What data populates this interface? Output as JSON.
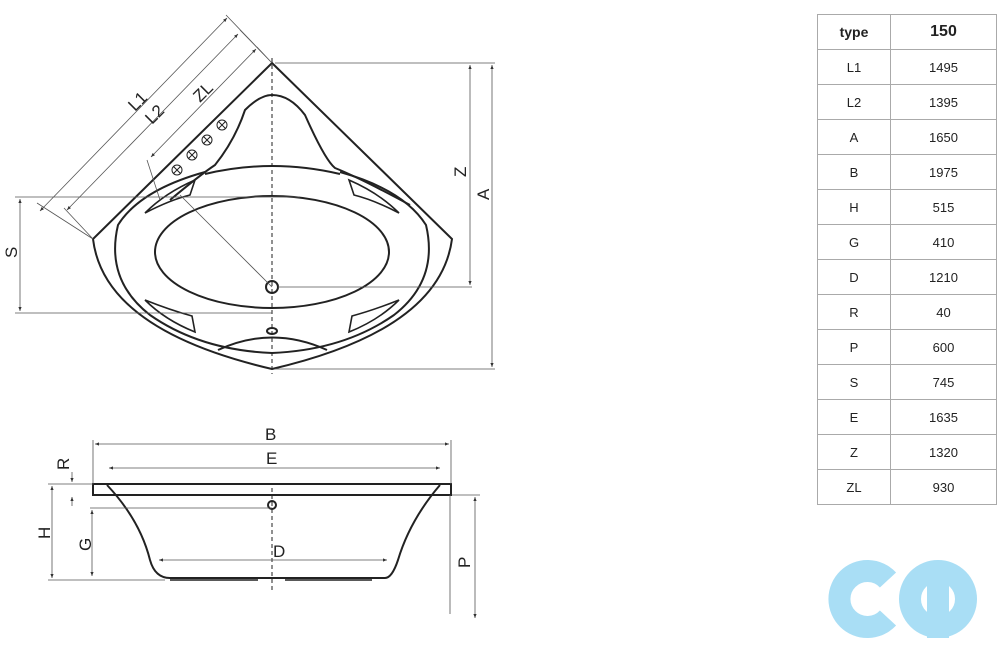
{
  "drawing": {
    "top_view_labels": {
      "L1": "L1",
      "L2": "L2",
      "ZL": "ZL",
      "Z": "Z",
      "A": "A",
      "S": "S"
    },
    "side_view_labels": {
      "B": "B",
      "E": "E",
      "R": "R",
      "H": "H",
      "G": "G",
      "D": "D",
      "P": "P"
    }
  },
  "table": {
    "header": {
      "label": "type",
      "value": "150"
    },
    "rows": [
      {
        "label": "L1",
        "value": "1495"
      },
      {
        "label": "L2",
        "value": "1395"
      },
      {
        "label": "A",
        "value": "1650"
      },
      {
        "label": "B",
        "value": "1975"
      },
      {
        "label": "H",
        "value": "515"
      },
      {
        "label": "G",
        "value": "410"
      },
      {
        "label": "D",
        "value": "1210"
      },
      {
        "label": "R",
        "value": "40"
      },
      {
        "label": "P",
        "value": "600"
      },
      {
        "label": "S",
        "value": "745"
      },
      {
        "label": "E",
        "value": "1635"
      },
      {
        "label": "Z",
        "value": "1320"
      },
      {
        "label": "ZL",
        "value": "930"
      }
    ]
  },
  "logo": {
    "color": "#a9def5"
  }
}
